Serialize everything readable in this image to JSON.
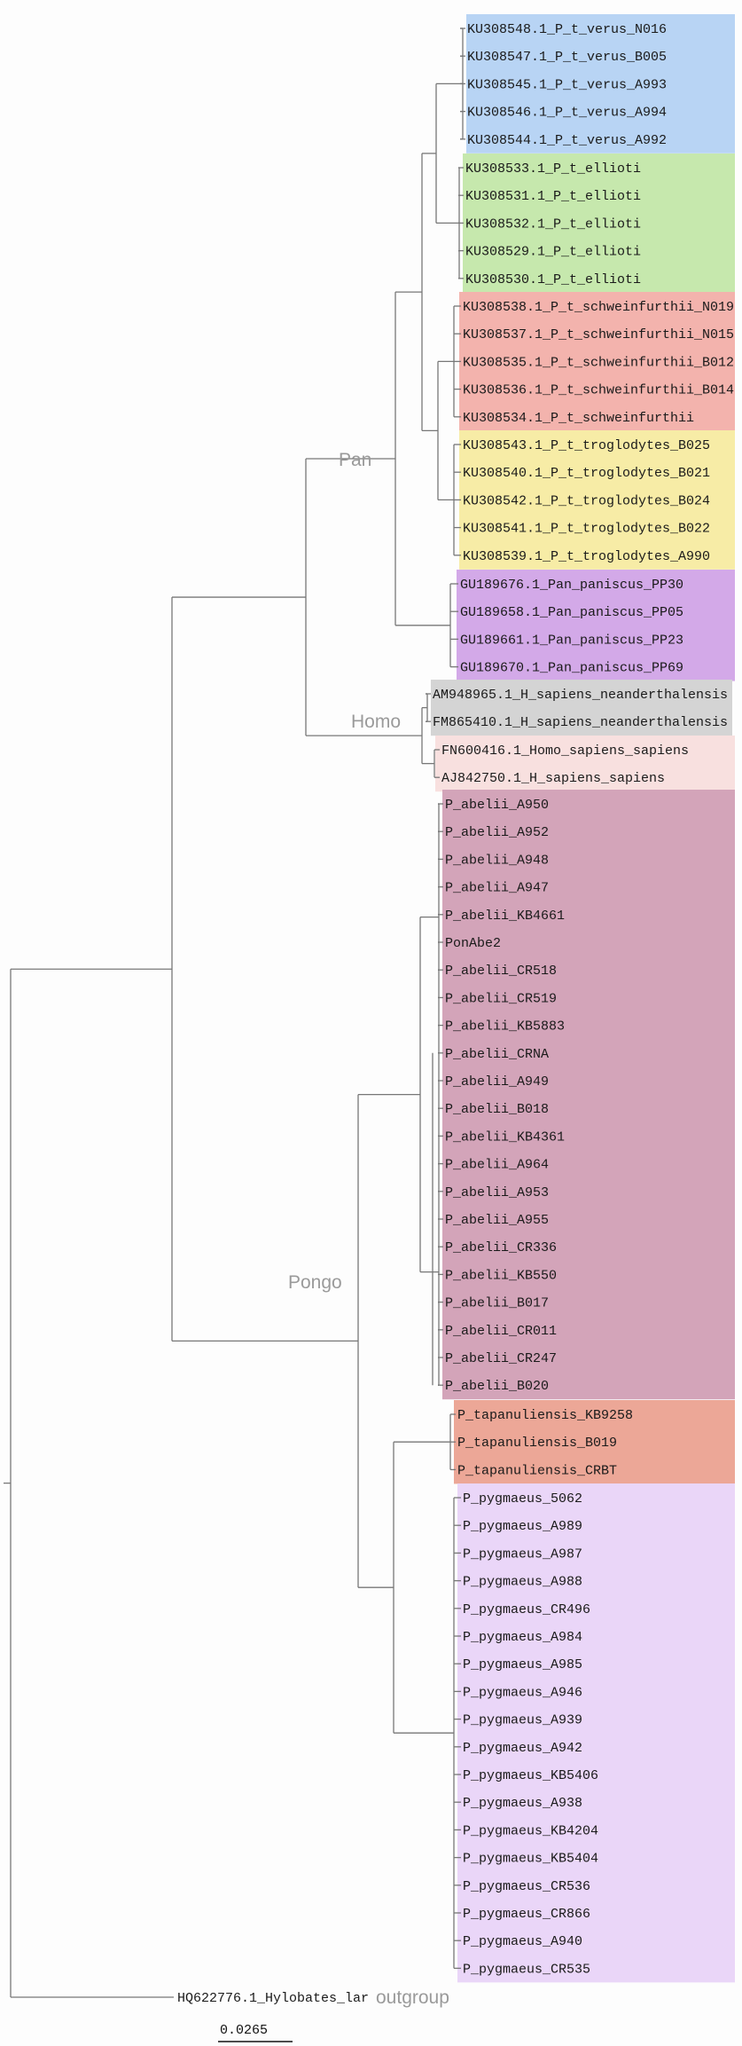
{
  "clade_labels": {
    "pan": "Pan",
    "homo": "Homo",
    "pongo": "Pongo",
    "outgroup": "outgroup"
  },
  "scale_bar": {
    "label": "0.0265"
  },
  "outgroup_leaf": "HQ622776.1_Hylobates_lar",
  "groups": [
    {
      "key": "verus",
      "color": "#b8d4f4",
      "leaves": [
        "KU308548.1_P_t_verus_N016",
        "KU308547.1_P_t_verus_B005",
        "KU308545.1_P_t_verus_A993",
        "KU308546.1_P_t_verus_A994",
        "KU308544.1_P_t_verus_A992"
      ]
    },
    {
      "key": "ellioti",
      "color": "#c6e8ad",
      "leaves": [
        "KU308533.1_P_t_ellioti",
        "KU308531.1_P_t_ellioti",
        "KU308532.1_P_t_ellioti",
        "KU308529.1_P_t_ellioti",
        "KU308530.1_P_t_ellioti"
      ]
    },
    {
      "key": "schweinfurthii",
      "color": "#f3b3ad",
      "leaves": [
        "KU308538.1_P_t_schweinfurthii_N019",
        "KU308537.1_P_t_schweinfurthii_N015",
        "KU308535.1_P_t_schweinfurthii_B012",
        "KU308536.1_P_t_schweinfurthii_B014",
        "KU308534.1_P_t_schweinfurthii"
      ]
    },
    {
      "key": "troglodytes",
      "color": "#f7eca6",
      "leaves": [
        "KU308543.1_P_t_troglodytes_B025",
        "KU308540.1_P_t_troglodytes_B021",
        "KU308542.1_P_t_troglodytes_B024",
        "KU308541.1_P_t_troglodytes_B022",
        "KU308539.1_P_t_troglodytes_A990"
      ]
    },
    {
      "key": "paniscus",
      "color": "#d3a9e8",
      "leaves": [
        "GU189676.1_Pan_paniscus_PP30",
        "GU189658.1_Pan_paniscus_PP05",
        "GU189661.1_Pan_paniscus_PP23",
        "GU189670.1_Pan_paniscus_PP69"
      ]
    },
    {
      "key": "neanderthalensis",
      "color": "#d4d4d4",
      "leaves": [
        "AM948965.1_H_sapiens_neanderthalensis",
        "FM865410.1_H_sapiens_neanderthalensis"
      ]
    },
    {
      "key": "sapiens",
      "color": "#f8e0df",
      "leaves": [
        "FN600416.1_Homo_sapiens_sapiens",
        "AJ842750.1_H_sapiens_sapiens"
      ]
    },
    {
      "key": "abelii",
      "color": "#d3a4b9",
      "leaves": [
        "P_abelii_A950",
        "P_abelii_A952",
        "P_abelii_A948",
        "P_abelii_A947",
        "P_abelii_KB4661",
        "PonAbe2",
        "P_abelii_CR518",
        "P_abelii_CR519",
        "P_abelii_KB5883",
        "P_abelii_CRNA",
        "P_abelii_A949",
        "P_abelii_B018",
        "P_abelii_KB4361",
        "P_abelii_A964",
        "P_abelii_A953",
        "P_abelii_A955",
        "P_abelii_CR336",
        "P_abelii_KB550",
        "P_abelii_B017",
        "P_abelii_CR011",
        "P_abelii_CR247",
        "P_abelii_B020"
      ]
    },
    {
      "key": "tapanuliensis",
      "color": "#eca797",
      "leaves": [
        "P_tapanuliensis_KB9258",
        "P_tapanuliensis_B019",
        "P_tapanuliensis_CRBT"
      ]
    },
    {
      "key": "pygmaeus",
      "color": "#ead6f8",
      "leaves": [
        "P_pygmaeus_5062",
        "P_pygmaeus_A989",
        "P_pygmaeus_A987",
        "P_pygmaeus_A988",
        "P_pygmaeus_CR496",
        "P_pygmaeus_A984",
        "P_pygmaeus_A985",
        "P_pygmaeus_A946",
        "P_pygmaeus_A939",
        "P_pygmaeus_A942",
        "P_pygmaeus_KB5406",
        "P_pygmaeus_A938",
        "P_pygmaeus_KB4204",
        "P_pygmaeus_KB5404",
        "P_pygmaeus_CR536",
        "P_pygmaeus_CR866",
        "P_pygmaeus_A940",
        "P_pygmaeus_CR535"
      ]
    }
  ]
}
